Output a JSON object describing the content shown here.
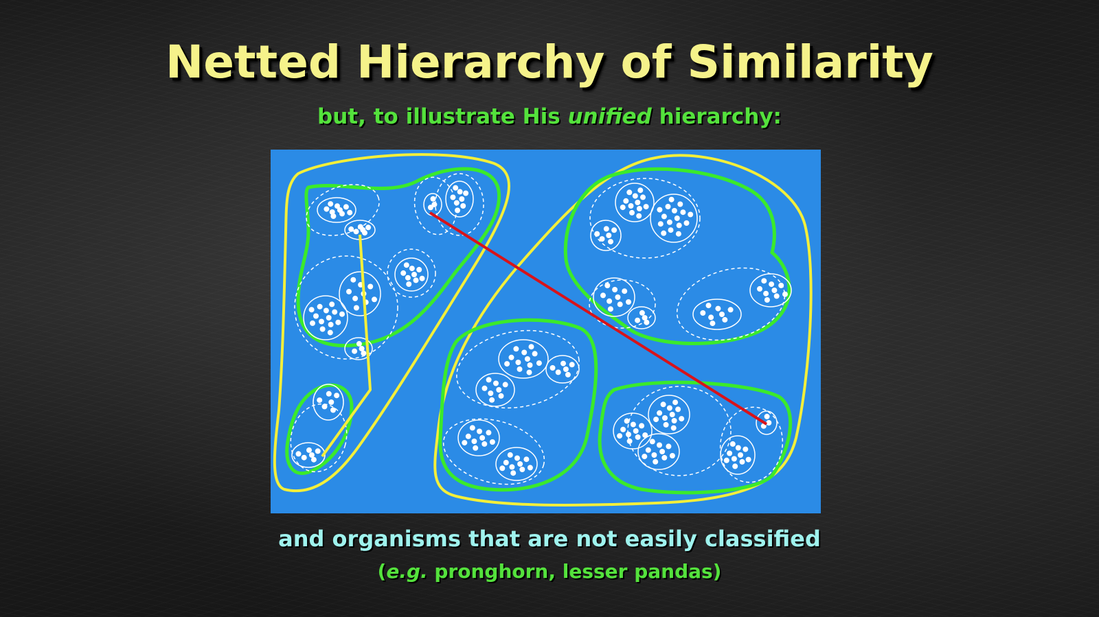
{
  "slide": {
    "title": "Netted Hierarchy of Similarity",
    "subtitle": {
      "before": "but, to illustrate His ",
      "emphasis": "unified",
      "after": " hierarchy:"
    },
    "caption": "and organisms that are not easily classified",
    "note": {
      "open": "(",
      "emphasis": "e.g.",
      "after": " pronghorn, lesser pandas)"
    }
  },
  "colors": {
    "background": "#1c1c1c",
    "title": "#f5f28a",
    "subtitle": "#54e23c",
    "caption": "#9ff3ee",
    "panel": "#2b8be6",
    "outer_group": "#f3ef3a",
    "mid_group": "#3bea2b",
    "inner_group": "#ffffff",
    "link_within": "#f3ef3a",
    "link_across": "#d8131a"
  },
  "diagram": {
    "type": "nested-group-diagram",
    "outer_groups": 2,
    "links": [
      "within-group link",
      "cross-group link"
    ]
  }
}
